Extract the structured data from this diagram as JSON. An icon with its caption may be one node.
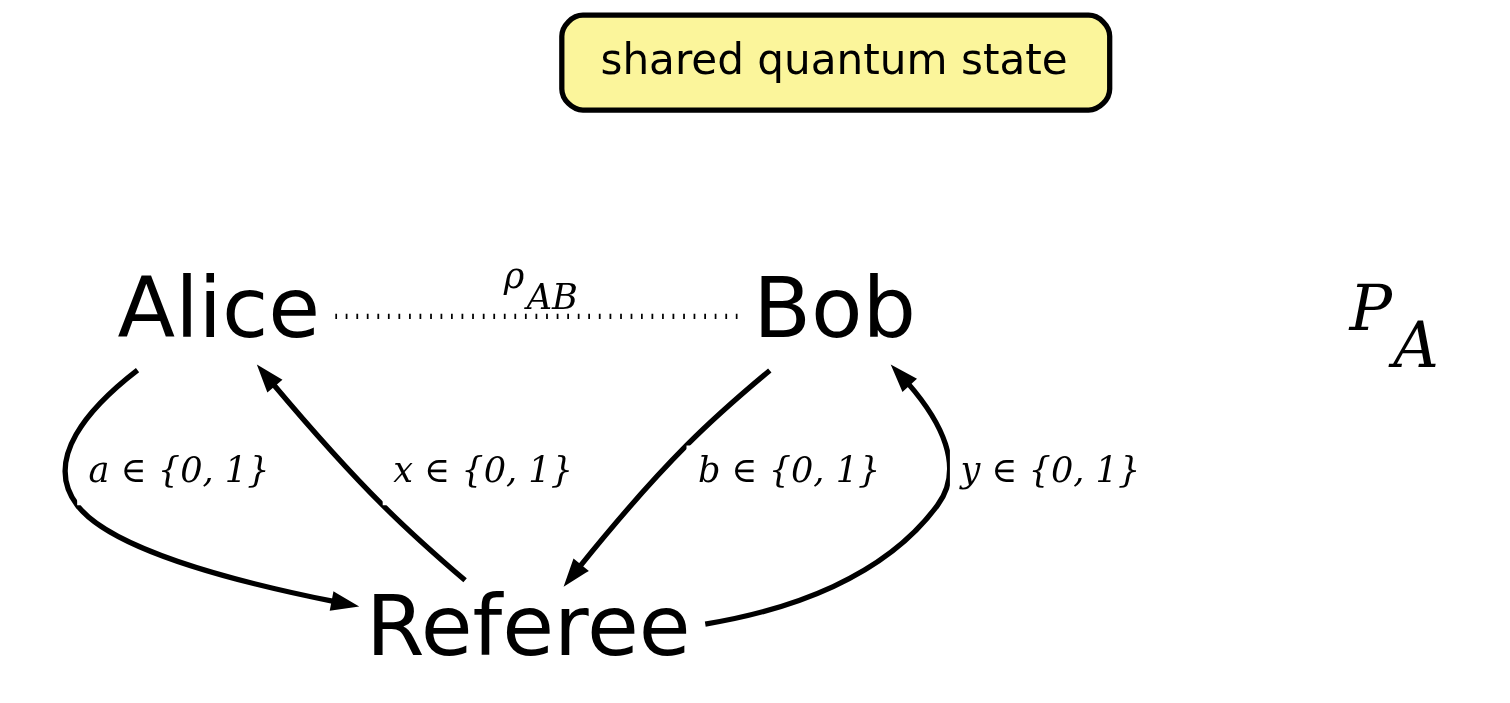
{
  "diagram": {
    "nodes": [
      {
        "text": [
          "shared quantum state"
        ]
      },
      {
        "text": [
          "Alice"
        ]
      },
      {
        "text": [
          "Bob"
        ]
      },
      {
        "text": [
          "Referee"
        ]
      }
    ],
    "edges": [
      {
        "from": 1,
        "to": 2,
        "arrow": "none",
        "style": "dashed",
        "label": "ρ$_{AB}$"
      },
      {
        "from": 3,
        "to": 1,
        "arrow": "to",
        "label": "x ∈ {0, 1}"
      },
      {
        "from": 1,
        "to": 3,
        "arrow": "to",
        "label": "a ∈ {0, 1}"
      },
      {
        "from": 3,
        "to": 2,
        "arrow": "to",
        "label": "y ∈ {0, 1}"
      },
      {
        "from": 2,
        "to": 3,
        "arrow": "to",
        "label": "b ∈ {0, 1}"
      }
    ],
    "labels": [
      "P$_{A}$"
    ]
  }
}
